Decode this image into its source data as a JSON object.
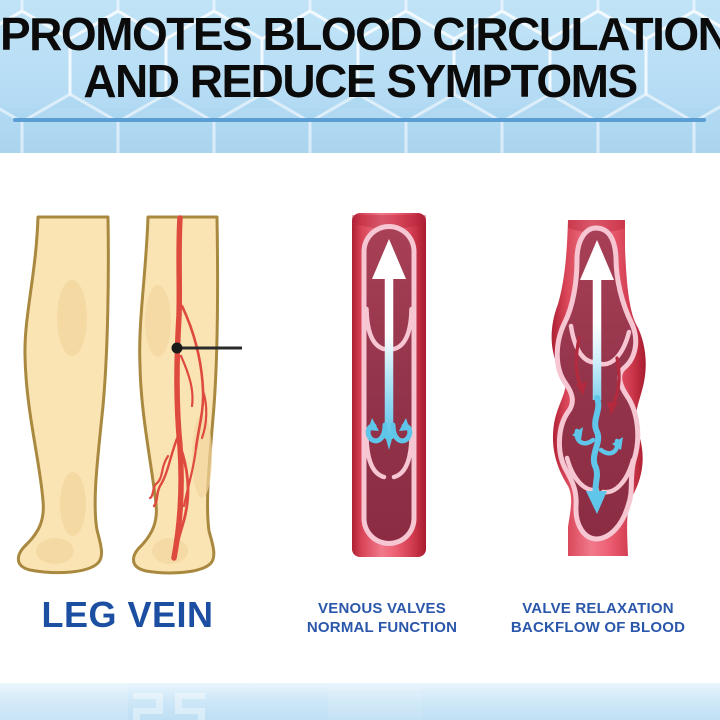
{
  "header": {
    "title_line1": "PROMOTES BLOOD CIRCULATION",
    "title_line2": "AND REDUCE SYMPTOMS"
  },
  "panels": {
    "leg": {
      "label": "LEG VEIN"
    },
    "normal_vein": {
      "caption_line1": "VENOUS VALVES",
      "caption_line2": "NORMAL FUNCTION"
    },
    "relaxed_vein": {
      "caption_line1": "VALVE RELAXATION",
      "caption_line2": "BACKFLOW OF BLOOD"
    }
  },
  "colors": {
    "header_background": "#b4dcf4",
    "header_title": "#0b0b0b",
    "divider_line": "#5a9ed3",
    "label_blue": "#1c4fa1",
    "caption_blue": "#2b57ab",
    "skin": "#fbe4b4",
    "skin_shadow": "#f3d69e",
    "skin_outline": "#a9883f",
    "leg_vein_red": "#df4a3e",
    "vein_wall_red": "#d93850",
    "vein_lining_pink": "#f6c6d2",
    "vein_lumen_dark_red": "#93344b",
    "flow_arrow_white": "#ffffff",
    "flow_arrow_blue": "#5fc6e9",
    "backflow_red_arrow": "#b32a3e",
    "pointer_black": "#1a1a1a",
    "content_background": "#ffffff",
    "footer_background": "#cfe8f8"
  }
}
